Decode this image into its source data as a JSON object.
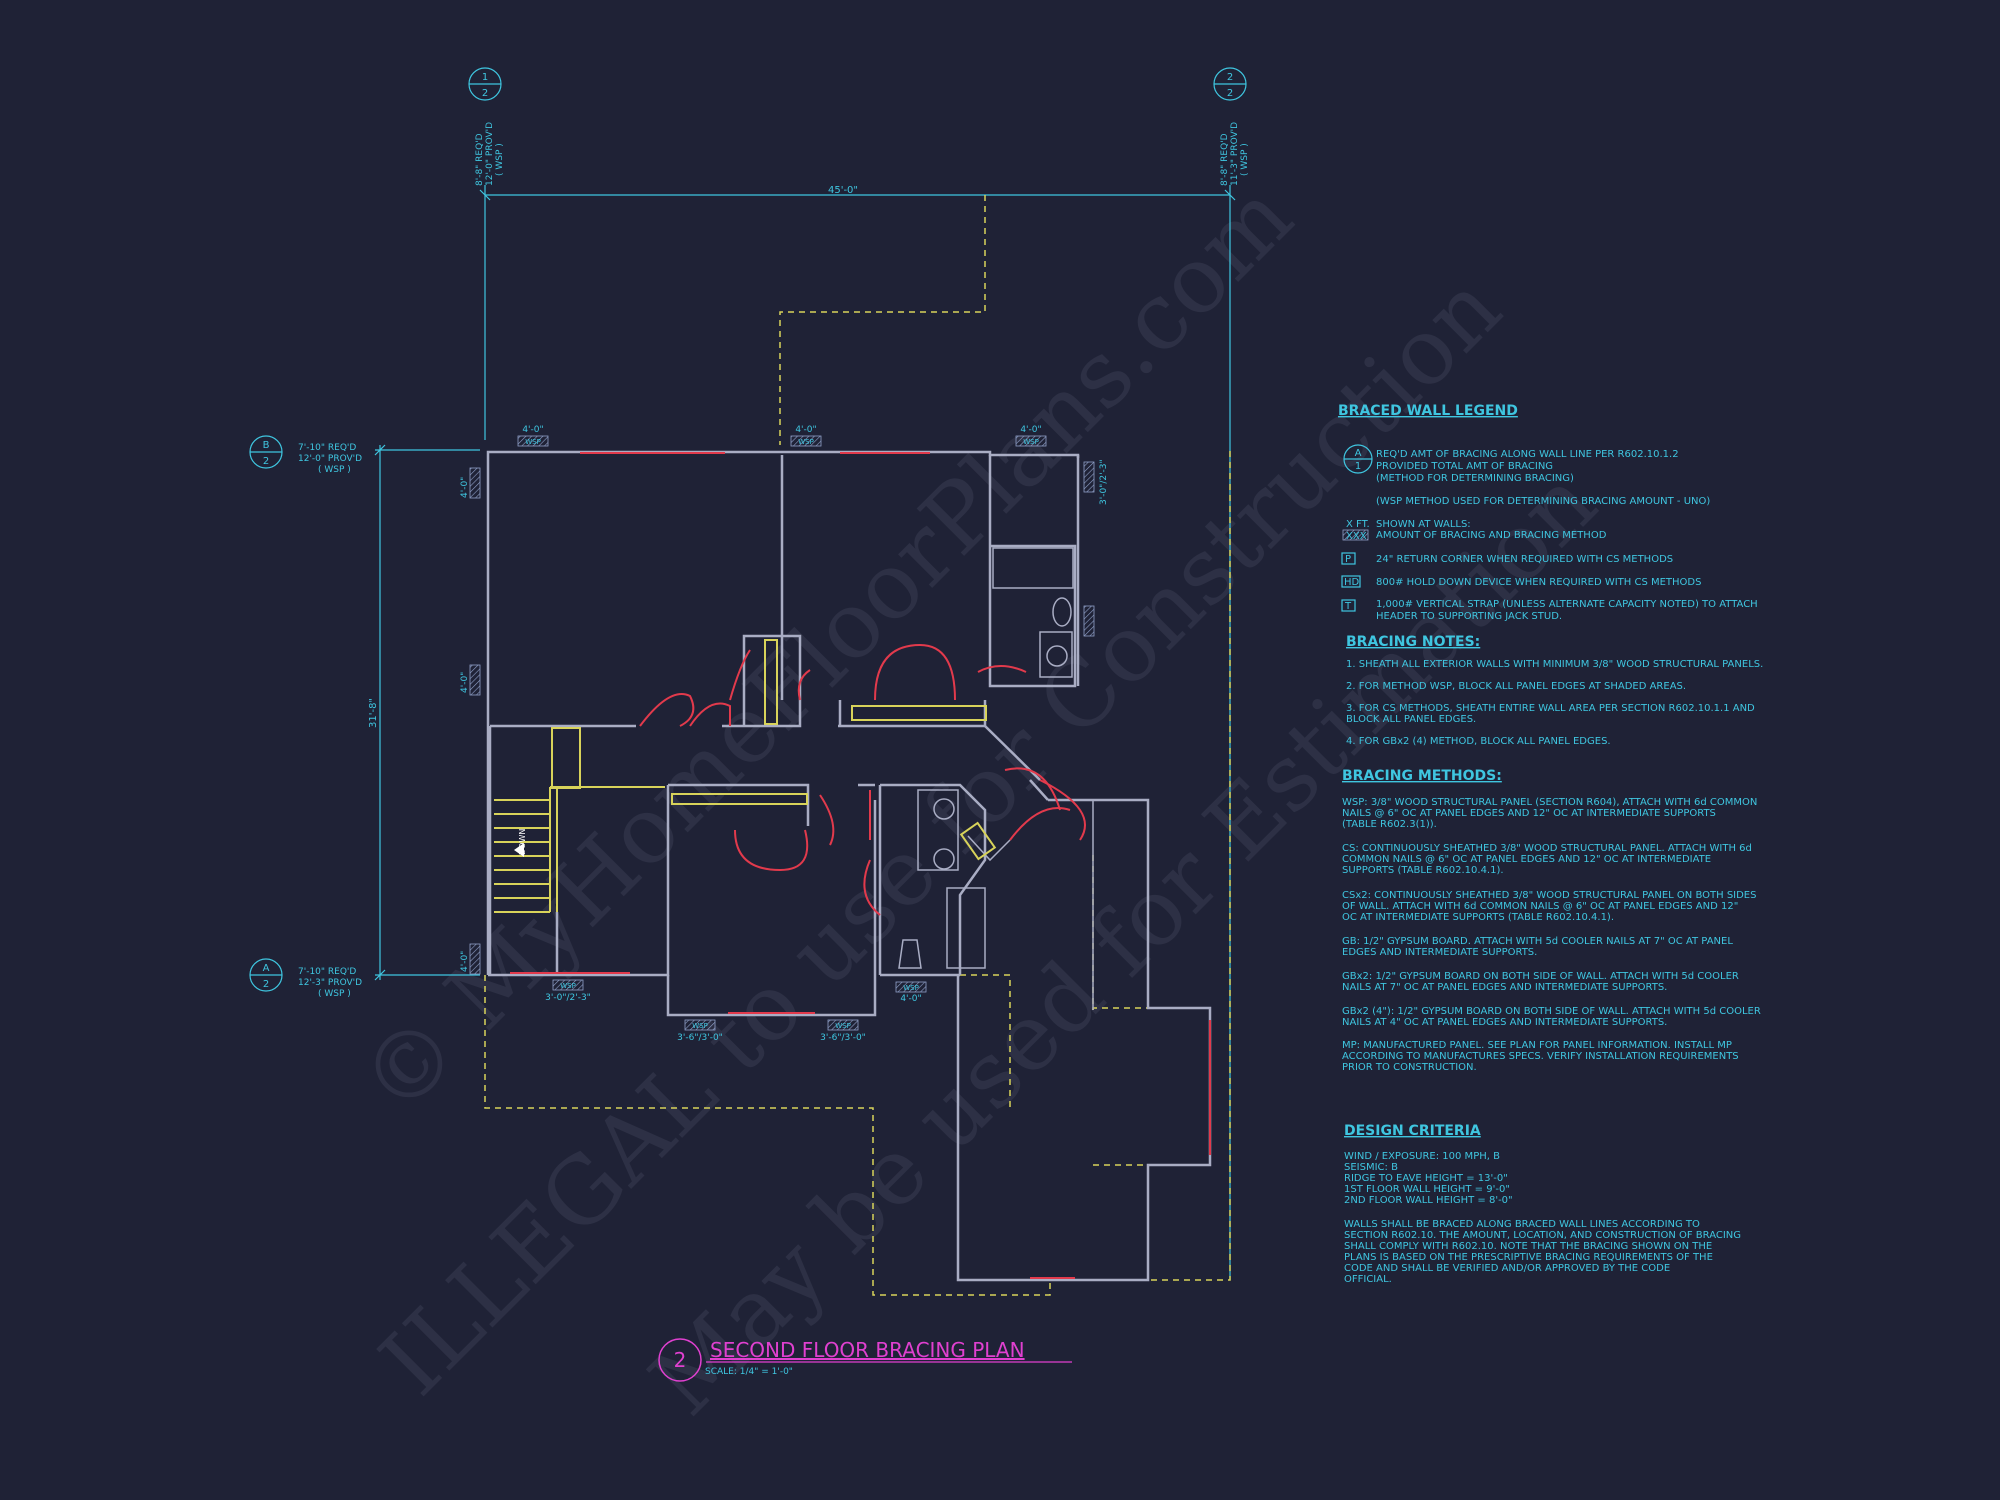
{
  "watermark": {
    "line1": "© MyHomeFloorPlans.com",
    "line2": "ILLEGAL to use for Construction",
    "line3": "May be used for Estimation"
  },
  "grid_markers": {
    "top_left": {
      "num": "1",
      "sheet": "2",
      "req": "8'-8\" REQ'D",
      "prov": "12'-0\" PROV'D",
      "method": "( WSP )"
    },
    "top_right": {
      "num": "2",
      "sheet": "2",
      "req": "8'-8\" REQ'D",
      "prov": "11'-3\" PROV'D",
      "method": "( WSP )"
    },
    "left_b": {
      "num": "B",
      "sheet": "2",
      "req": "7'-10\" REQ'D",
      "prov": "12'-0\" PROV'D",
      "method": "( WSP )"
    },
    "left_a": {
      "num": "A",
      "sheet": "2",
      "req": "7'-10\" REQ'D",
      "prov": "12'-3\" PROV'D",
      "method": "( WSP )"
    }
  },
  "dimensions": {
    "overall_width": "45'-0\"",
    "overall_depth": "31'-8\""
  },
  "panel_tags": {
    "top1": "4'-0\"",
    "top2": "4'-0\"",
    "top3": "4'-0\"",
    "right_upper": "3'-0\"/2'-3\"",
    "left1": "4'-0\"",
    "left2": "4'-0\"",
    "left3": "4'-0\"",
    "bottom1": "3'-0\"/2'-3\"",
    "bottom2": "3'-6\"/3'-0\"",
    "bottom3": "3'-6\"/3'-0\"",
    "bottom4": "4'-0\"",
    "wsp": "WSP",
    "stair_label": "DOWN"
  },
  "title_block": {
    "number": "2",
    "title": "SECOND FLOOR BRACING PLAN",
    "scale": "SCALE: 1/4\" = 1'-0\""
  },
  "legend": {
    "title": "BRACED WALL LEGEND",
    "bubble_letter": "A",
    "bubble_num": "1",
    "bubble_line1": "REQ'D AMT OF BRACING ALONG WALL LINE PER R602.10.1.2",
    "bubble_line2": "PROVIDED TOTAL AMT OF BRACING",
    "bubble_line3": "(METHOD FOR DETERMINING BRACING)",
    "bubble_note": "(WSP METHOD USED FOR DETERMINING BRACING AMOUNT - UNO)",
    "xft_tag": "X FT.",
    "xxx_tag": "XXX",
    "xft_line1": "SHOWN AT WALLS:",
    "xft_line2": "AMOUNT OF BRACING AND BRACING METHOD",
    "p_tag": "P",
    "p_text": "24\" RETURN CORNER WHEN REQUIRED WITH CS METHODS",
    "hd_tag": "HD",
    "hd_text": "800# HOLD DOWN DEVICE WHEN REQUIRED WITH CS METHODS",
    "t_tag": "T",
    "t_line1": "1,000# VERTICAL STRAP (UNLESS ALTERNATE CAPACITY NOTED) TO ATTACH",
    "t_line2": "HEADER TO SUPPORTING JACK STUD."
  },
  "bracing_notes": {
    "title": "BRACING NOTES:",
    "n1": "1. SHEATH ALL EXTERIOR WALLS WITH MINIMUM 3/8\" WOOD STRUCTURAL PANELS.",
    "n2": "2. FOR METHOD WSP, BLOCK ALL PANEL EDGES AT SHADED AREAS.",
    "n3a": "3. FOR CS METHODS, SHEATH ENTIRE WALL AREA PER SECTION R602.10.1.1 AND",
    "n3b": "BLOCK ALL PANEL EDGES.",
    "n4": "4. FOR GBx2 (4) METHOD, BLOCK ALL PANEL EDGES."
  },
  "bracing_methods": {
    "title": "BRACING METHODS:",
    "wsp1": "WSP: 3/8\" WOOD STRUCTURAL PANEL (SECTION R604), ATTACH WITH 6d COMMON",
    "wsp2": "NAILS @ 6\" OC AT PANEL EDGES AND 12\" OC AT INTERMEDIATE SUPPORTS",
    "wsp3": "(TABLE R602.3(1)).",
    "cs1": "CS: CONTINUOUSLY SHEATHED 3/8\" WOOD STRUCTURAL PANEL. ATTACH WITH 6d",
    "cs2": "COMMON NAILS @ 6\" OC AT PANEL EDGES AND 12\" OC AT INTERMEDIATE",
    "cs3": "SUPPORTS (TABLE R602.10.4.1).",
    "csx1": "CSx2: CONTINUOUSLY SHEATHED 3/8\" WOOD STRUCTURAL PANEL ON BOTH SIDES",
    "csx2": "OF WALL. ATTACH WITH 6d COMMON NAILS @ 6\" OC AT PANEL EDGES AND 12\"",
    "csx3": "OC AT INTERMEDIATE SUPPORTS (TABLE R602.10.4.1).",
    "gb1": "GB: 1/2\" GYPSUM BOARD. ATTACH WITH 5d COOLER NAILS AT 7\" OC AT PANEL",
    "gb2": "EDGES AND INTERMEDIATE SUPPORTS.",
    "gbx1": "GBx2: 1/2\" GYPSUM BOARD ON BOTH SIDE OF WALL. ATTACH WITH 5d COOLER",
    "gbx2": "NAILS AT 7\" OC AT PANEL EDGES AND INTERMEDIATE SUPPORTS.",
    "gbx41": "GBx2 (4\"): 1/2\" GYPSUM BOARD ON BOTH SIDE OF WALL. ATTACH WITH 5d COOLER",
    "gbx42": "NAILS AT 4\" OC AT PANEL EDGES AND INTERMEDIATE SUPPORTS.",
    "mp1": "MP: MANUFACTURED PANEL. SEE PLAN FOR PANEL INFORMATION. INSTALL MP",
    "mp2": "ACCORDING TO MANUFACTURES SPECS. VERIFY INSTALLATION REQUIREMENTS",
    "mp3": "PRIOR TO CONSTRUCTION."
  },
  "design_criteria": {
    "title": "DESIGN CRITERIA",
    "l1": "WIND / EXPOSURE:  100 MPH, B",
    "l2": "SEISMIC:  B",
    "l3": "RIDGE TO EAVE HEIGHT = 13'-0\"",
    "l4": "1ST FLOOR WALL HEIGHT = 9'-0\"",
    "l5": "2ND FLOOR WALL HEIGHT = 8'-0\"",
    "p1": "WALLS SHALL BE BRACED ALONG BRACED WALL LINES ACCORDING TO",
    "p2": "SECTION R602.10. THE AMOUNT, LOCATION, AND CONSTRUCTION OF BRACING",
    "p3": "SHALL COMPLY WITH R602.10. NOTE THAT THE BRACING SHOWN ON THE",
    "p4": "PLANS IS BASED ON THE PRESCRIPTIVE BRACING REQUIREMENTS OF THE",
    "p5": "CODE AND SHALL BE VERIFIED AND/OR APPROVED BY THE CODE",
    "p6": "OFFICIAL."
  },
  "colors": {
    "background": "#1f2236",
    "annotation": "#3fc6e0",
    "wall": "#a9adc4",
    "braced_panel": "#e23a4c",
    "structure_yellow": "#d8d35a",
    "title_magenta": "#e040d0"
  }
}
